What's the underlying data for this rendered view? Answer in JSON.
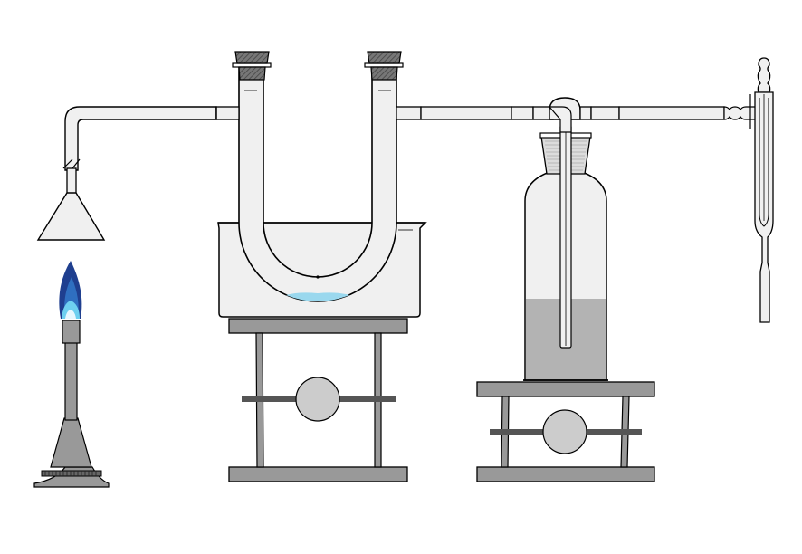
{
  "diagram": {
    "subject": "laboratory-apparatus",
    "components": [
      {
        "id": "bunsen-burner"
      },
      {
        "id": "inverted-funnel"
      },
      {
        "id": "u-tube"
      },
      {
        "id": "cooling-bath-beaker"
      },
      {
        "id": "gas-washing-bottle"
      },
      {
        "id": "drying-tube"
      },
      {
        "id": "lab-stand-left"
      },
      {
        "id": "lab-stand-right"
      }
    ]
  },
  "colors": {
    "background": "#ffffff",
    "outline": "#000000",
    "glass": "#f0f0f0",
    "metal": "#999999",
    "metal_dark": "#555555",
    "knob": "#cccccc",
    "liquid_bottle": "#b3b3b3",
    "liquid_bath": "#9ad8ee",
    "stopper": "#666666",
    "flame_outer": "#1f3f8f",
    "flame_mid": "#2f6fc0",
    "flame_inner": "#6ed0f0",
    "flame_core": "#e8f8ff"
  }
}
